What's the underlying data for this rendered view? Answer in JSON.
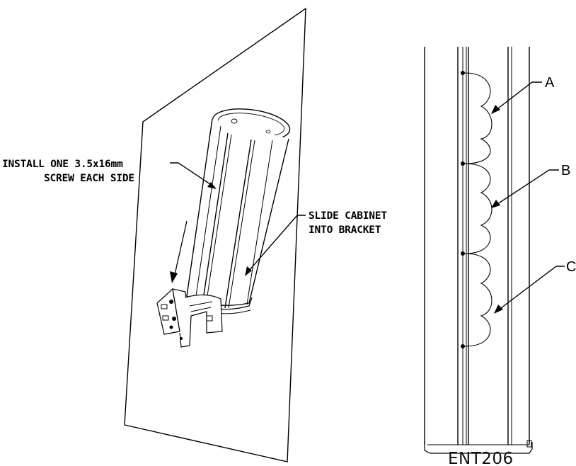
{
  "labels": {
    "screw_note_line1": "INSTALL ONE 3.5x16mm",
    "screw_note_line2": "SCREW EACH SIDE",
    "slide_note_line1": "SLIDE CABINET",
    "slide_note_line2": "INTO BRACKET"
  },
  "callouts": {
    "a": "A",
    "b": "B",
    "c": "C"
  },
  "model": "ENT206"
}
